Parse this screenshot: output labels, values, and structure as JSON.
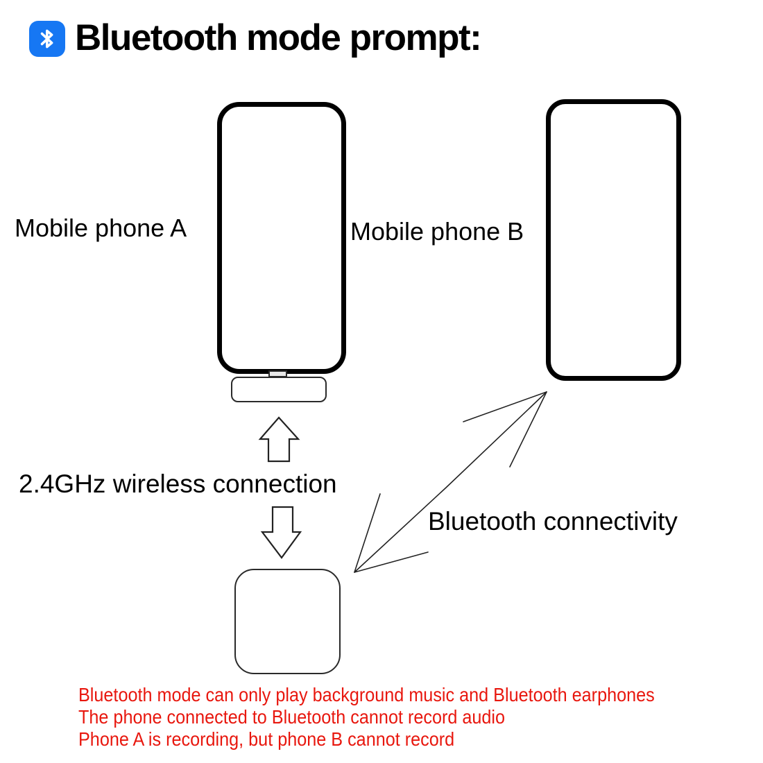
{
  "header": {
    "icon": "bluetooth-icon",
    "icon_color": "#1677f3",
    "title": "Bluetooth mode prompt:"
  },
  "diagram": {
    "phone_a_label": "Mobile phone A",
    "phone_b_label": "Mobile phone B",
    "wireless_label": "2.4GHz wireless connection",
    "bluetooth_label": "Bluetooth connectivity"
  },
  "warning": {
    "color": "#e8170e",
    "lines": [
      "Bluetooth mode can only play background music and Bluetooth earphones",
      "The phone connected to Bluetooth cannot record audio",
      "Phone A is recording, but phone B cannot record"
    ]
  }
}
